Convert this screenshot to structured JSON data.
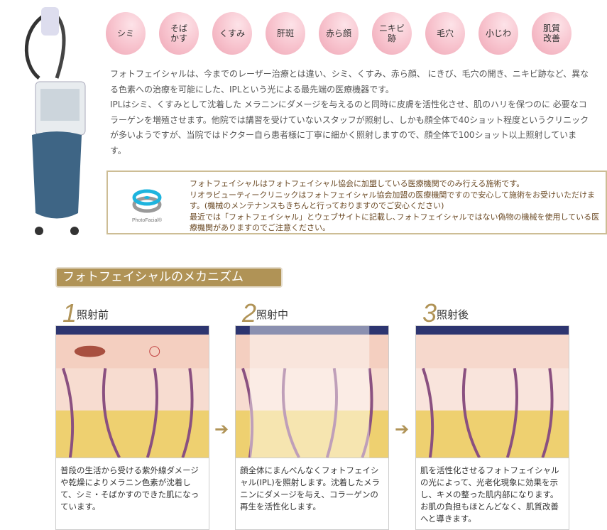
{
  "badges": [
    "シミ",
    "そば\nかす",
    "くすみ",
    "肝斑",
    "赤ら顔",
    "ニキビ\n跡",
    "毛穴",
    "小じわ",
    "肌質\n改善"
  ],
  "intro": [
    "フォトフェイシャルは、今までのレーザー治療とは違い、シミ、くすみ、赤ら顔、 にきび、毛穴の開き、ニキビ跡など、異なる色素への治療を可能にした、IPLという光による最先端の医療機器です。",
    "IPLはシミ、くすみとして沈着した メラニンにダメージを与えるのと同時に皮膚を活性化させ、肌のハリを保つのに 必要なコラーゲンを増殖させます。他院では講習を受けていないスタッフが照射し、しかも顔全体で40ショット程度というクリニックが多いようですが、当院ではドクター自ら患者様に丁寧に細かく照射しますので、顔全体で100ショット以上照射しています。"
  ],
  "notice": {
    "logo_text": "PhotoFacial®",
    "lines": [
      "フォトフェイシャルはフォトフェイシャル協会に加盟している医療機関でのみ行える施術です。",
      "リオラビューティークリニックはフォトフェイシャル協会加盟の医療機関ですので安心して施術をお受けいただけます。(機械のメンテナンスもきちんと行っておりますのでご安心ください)",
      "最近では「フォトフェイシャル」とウェブサイトに記載し､フォトフェイシャルではない偽物の機械を使用している医療機関がありますのでご注意ください。"
    ]
  },
  "section_title": "フォトフェイシャルのメカニズム",
  "steps": [
    {
      "num": "1",
      "label": "照射前",
      "desc": "普段の生活から受ける紫外線ダメージや乾燥によりメラニン色素が沈着して、シミ・そばかすのできた肌になっています。"
    },
    {
      "num": "2",
      "label": "照射中",
      "desc": "顔全体にまんべんなくフォトフェイシャル(IPL)を照射します。沈着したメラニンにダメージを与え、コラーゲンの再生を活性化します。"
    },
    {
      "num": "3",
      "label": "照射後",
      "desc": "肌を活性化させるフォトフェイシャルの光によって、光老化現象に効果を示し、キメの整った肌内部になります。お肌の負担もほとんどなく、肌質改善へと導きます。"
    }
  ],
  "colors": {
    "gold": "#b09356",
    "pink": "#f7c1cc",
    "notice_text": "#6b4a25"
  }
}
